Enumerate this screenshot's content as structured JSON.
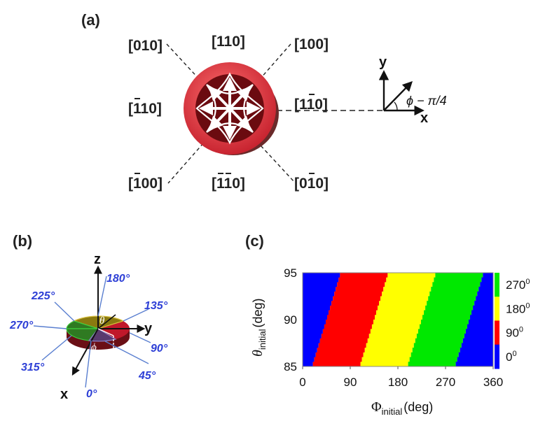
{
  "panel_a": {
    "label": "(a)",
    "directions": [
      {
        "bar": "",
        "text": "[010]"
      },
      {
        "bar": "",
        "text": "[110]"
      },
      {
        "bar": "",
        "text": "[100]"
      },
      {
        "bar": "-",
        "text": "[110]"
      },
      {
        "bar": "-",
        "text": "[110]"
      },
      {
        "bar": "-",
        "text": "[100]"
      },
      {
        "bar": "--",
        "text": "[110]"
      },
      {
        "bar": "-",
        "text": "[010]"
      }
    ],
    "axes": {
      "x": "x",
      "y": "y"
    },
    "phi_label": "ϕ − π/4"
  },
  "panel_b": {
    "label": "(b)",
    "axes": {
      "x": "x",
      "y": "y",
      "z": "z"
    },
    "theta": "θ",
    "phi": "ϕ",
    "angles": [
      "0°",
      "45°",
      "90°",
      "135°",
      "180°",
      "225°",
      "270°",
      "315°"
    ],
    "colors": {
      "red": "#c0182a",
      "yellow": "#8a7a10",
      "green": "#2f7a22",
      "purple": "#5a3a6e",
      "blue_text": "#2d3fd6"
    }
  },
  "panel_c": {
    "label": "(c)",
    "xlabel_main": "Φ",
    "xlabel_sub": "initial",
    "xlabel_unit": "(deg)",
    "ylabel_main": "θ",
    "ylabel_sub": "initial",
    "ylabel_unit": "(deg)"
  },
  "chart_data": {
    "type": "heatmap",
    "xlabel": "Φinitial (deg)",
    "ylabel": "θinitial (deg)",
    "xlim": [
      0,
      360
    ],
    "ylim": [
      85,
      95
    ],
    "x_ticks": [
      "0",
      "90",
      "180",
      "270",
      "360"
    ],
    "y_ticks": [
      "85",
      "90",
      "95"
    ],
    "colorbar": {
      "labels": [
        {
          "base": "270",
          "sup": "0"
        },
        {
          "base": "180",
          "sup": "0"
        },
        {
          "base": "90",
          "sup": "0"
        },
        {
          "base": "0",
          "sup": "0"
        }
      ],
      "colors": [
        "#00e800",
        "#ffff00",
        "#ff0000",
        "#0000ff"
      ]
    },
    "regions": [
      {
        "value": "0°",
        "color": "#0000ff",
        "boundary_at_theta95": 0,
        "boundary_at_theta85": 0
      },
      {
        "value": "90°",
        "color": "#ff0000",
        "boundary_at_theta95": 72,
        "boundary_at_theta85": 18
      },
      {
        "value": "180°",
        "color": "#ffff00",
        "boundary_at_theta95": 162,
        "boundary_at_theta85": 108
      },
      {
        "value": "270°",
        "color": "#00e800",
        "boundary_at_theta95": 252,
        "boundary_at_theta85": 198
      },
      {
        "value": "0°",
        "color": "#0000ff",
        "boundary_at_theta95": 342,
        "boundary_at_theta85": 288
      }
    ]
  }
}
